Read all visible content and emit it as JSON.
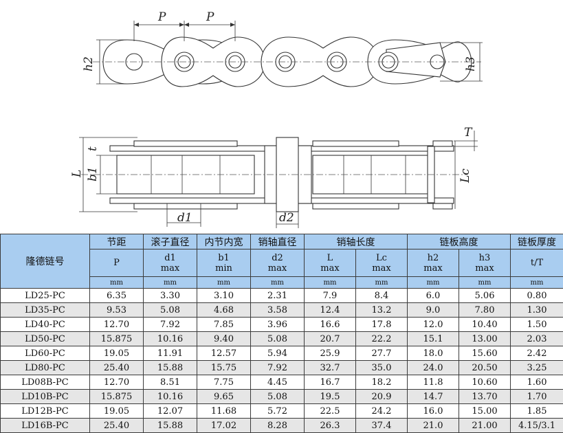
{
  "drawing": {
    "labels": {
      "pitch": "P",
      "h2": "h2",
      "h3": "h3",
      "L": "L",
      "b1": "b1",
      "t": "t",
      "T": "T",
      "Lc": "Lc",
      "d1": "d1",
      "d2": "d2"
    }
  },
  "table": {
    "model_header": "隆德链号",
    "columns": [
      {
        "zh": "节距",
        "sym": "P",
        "limit": "",
        "unit": "mm"
      },
      {
        "zh": "滚子直径",
        "sym": "d1",
        "limit": "max",
        "unit": "mm"
      },
      {
        "zh": "内节内宽",
        "sym": "b1",
        "limit": "min",
        "unit": "mm"
      },
      {
        "zh": "销轴直径",
        "sym": "d2",
        "limit": "max",
        "unit": "mm"
      },
      {
        "zh": "销轴长度",
        "sym": "L",
        "limit": "max",
        "unit": "mm"
      },
      {
        "zh": "",
        "sym": "Lc",
        "limit": "max",
        "unit": "mm"
      },
      {
        "zh": "链板高度",
        "sym": "h2",
        "limit": "max",
        "unit": "mm"
      },
      {
        "zh": "",
        "sym": "h3",
        "limit": "max",
        "unit": "mm"
      },
      {
        "zh": "链板厚度",
        "sym": "t/T",
        "limit": "",
        "unit": "mm"
      }
    ],
    "rows": [
      [
        "LD25-PC",
        "6.35",
        "3.30",
        "3.10",
        "2.31",
        "7.9",
        "8.4",
        "6.0",
        "5.06",
        "0.80"
      ],
      [
        "LD35-PC",
        "9.53",
        "5.08",
        "4.68",
        "3.58",
        "12.4",
        "13.2",
        "9.0",
        "7.80",
        "1.30"
      ],
      [
        "LD40-PC",
        "12.70",
        "7.92",
        "7.85",
        "3.96",
        "16.6",
        "17.8",
        "12.0",
        "10.40",
        "1.50"
      ],
      [
        "LD50-PC",
        "15.875",
        "10.16",
        "9.40",
        "5.08",
        "20.7",
        "22.2",
        "15.1",
        "13.00",
        "2.03"
      ],
      [
        "LD60-PC",
        "19.05",
        "11.91",
        "12.57",
        "5.94",
        "25.9",
        "27.7",
        "18.0",
        "15.60",
        "2.42"
      ],
      [
        "LD80-PC",
        "25.40",
        "15.88",
        "15.75",
        "7.92",
        "32.7",
        "35.0",
        "24.0",
        "20.50",
        "3.25"
      ],
      [
        "LD08B-PC",
        "12.70",
        "8.51",
        "7.75",
        "4.45",
        "16.7",
        "18.2",
        "11.8",
        "10.60",
        "1.60"
      ],
      [
        "LD10B-PC",
        "15.875",
        "10.16",
        "9.65",
        "5.08",
        "19.5",
        "20.9",
        "14.7",
        "13.70",
        "1.70"
      ],
      [
        "LD12B-PC",
        "19.05",
        "12.07",
        "11.68",
        "5.72",
        "22.5",
        "24.2",
        "16.0",
        "15.00",
        "1.85"
      ],
      [
        "LD16B-PC",
        "25.40",
        "15.88",
        "17.02",
        "8.28",
        "26.3",
        "37.4",
        "21.0",
        "21.00",
        "4.15/3.1"
      ]
    ]
  }
}
